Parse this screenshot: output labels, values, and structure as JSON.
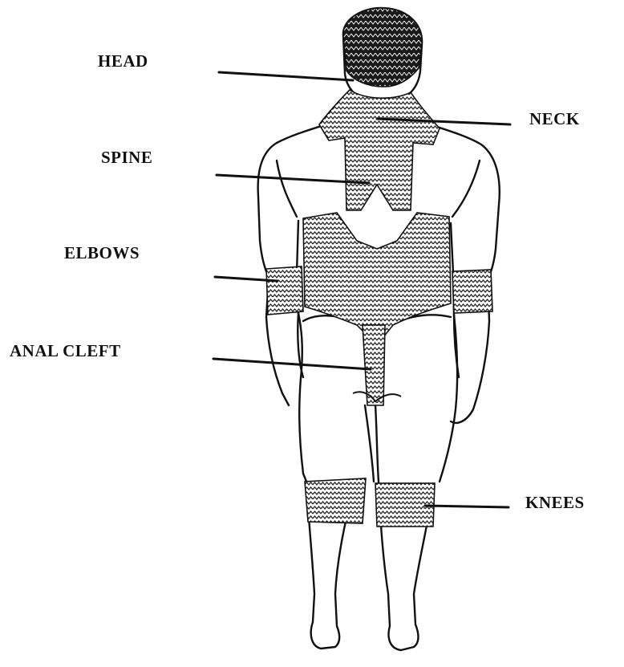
{
  "labels": {
    "head": "HEAD",
    "neck": "NECK",
    "spine": "SPINE",
    "elbows": "ELBOWS",
    "anal_cleft": "ANAL CLEFT",
    "knees": "KNEES"
  },
  "colors": {
    "ink": "#111111",
    "paper": "#ffffff",
    "hatch": "#2a2a2a"
  }
}
